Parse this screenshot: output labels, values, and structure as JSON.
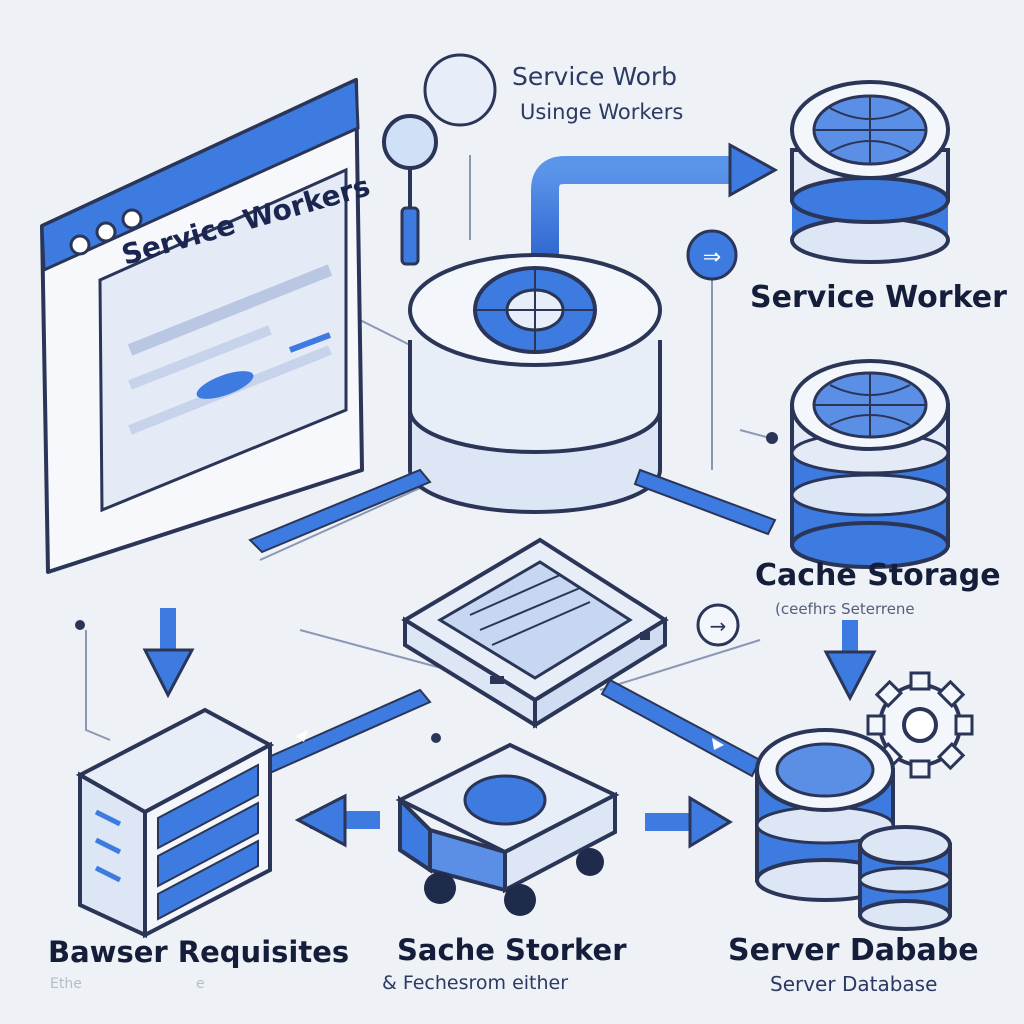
{
  "header": {
    "title": "Service Worb",
    "subtitle": "Usinge Workers"
  },
  "browser_window": {
    "screen_text": "Service Workers"
  },
  "labels": {
    "service_worker": "Service Worker",
    "cache_storage": "Cache Storage",
    "cache_storage_sub": "(ceefhrs Seterrene",
    "browser_requests": "Bawser Requisites",
    "browser_requests_sub_left": "Ethe",
    "browser_requests_sub_right": "e",
    "sache_storker": "Sache Storker",
    "sache_storker_sub": "& Fechesrom either",
    "server_database": "Server Dababe",
    "server_database_sub": "Server Database"
  },
  "colors": {
    "accent": "#3d7be0",
    "accent_dark": "#1f55b8",
    "outline": "#2a3558",
    "light_fill": "#dde6f4",
    "background": "#eef1f6"
  },
  "icons": [
    "browser-window-icon",
    "magnifier-icon",
    "central-service-worker-icon",
    "database-icon",
    "router-icon",
    "truck-icon",
    "server-rack-icon",
    "gear-icon",
    "arrow-icon"
  ]
}
